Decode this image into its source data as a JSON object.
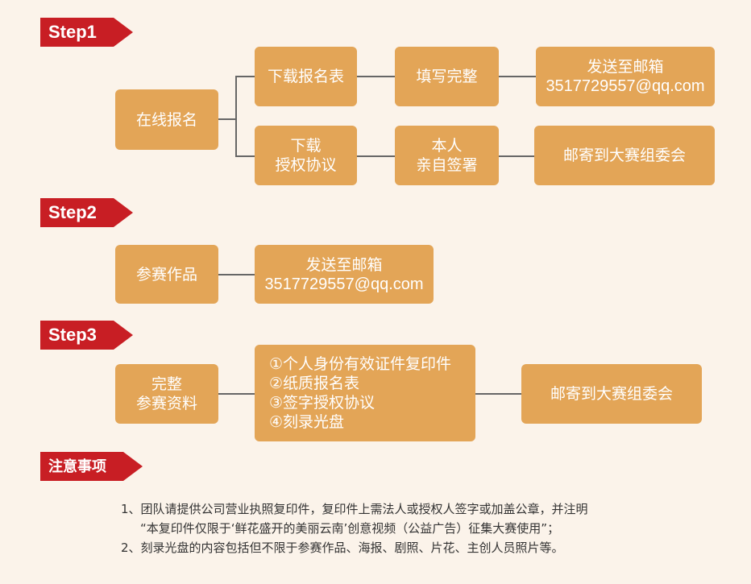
{
  "steps": {
    "step1": "Step1",
    "step2": "Step2",
    "step3": "Step3",
    "notice": "注意事项"
  },
  "step1": {
    "online_signup": "在线报名",
    "download_form": "下载报名表",
    "fill_complete": "填写完整",
    "send_email_line1": "发送至邮箱",
    "send_email_line2": "3517729557@qq.com",
    "download_auth_line1": "下载",
    "download_auth_line2": "授权协议",
    "self_sign_line1": "本人",
    "self_sign_line2": "亲自签署",
    "mail_committee": "邮寄到大赛组委会"
  },
  "step2": {
    "entry_works": "参赛作品",
    "send_email_line1": "发送至邮箱",
    "send_email_line2": "3517729557@qq.com"
  },
  "step3": {
    "materials_line1": "完整",
    "materials_line2": "参赛资料",
    "items": [
      "①个人身份有效证件复印件",
      "②纸质报名表",
      "③签字授权协议",
      "④刻录光盘"
    ],
    "mail_committee": "邮寄到大赛组委会"
  },
  "notes": {
    "line1": "1、团队请提供公司营业执照复印件，复印件上需法人或授权人签字或加盖公章，并注明",
    "line2": "“本复印件仅限于‘鲜花盛开的美丽云南’创意视频（公益广告）征集大赛使用”；",
    "line3": "2、刻录光盘的内容包括但不限于参赛作品、海报、剧照、片花、主创人员照片等。"
  }
}
